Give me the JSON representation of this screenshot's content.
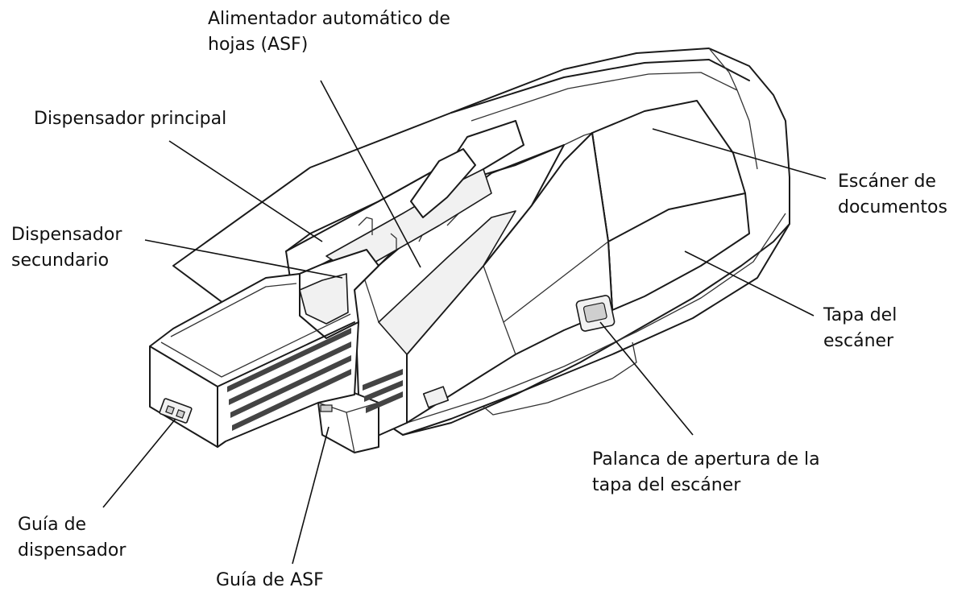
{
  "labels": {
    "asf": [
      "Alimentador automático de",
      "hojas (ASF)"
    ],
    "main_pocket": [
      "Dispensador principal"
    ],
    "sub_pocket": [
      "Dispensador",
      "secundario"
    ],
    "scanner": [
      "Escáner de",
      "documentos"
    ],
    "cover": [
      "Tapa del",
      "escáner"
    ],
    "lever": [
      "Palanca de apertura de la",
      "tapa del escáner"
    ],
    "pocket_guide": [
      "Guía de",
      "dispensador"
    ],
    "asf_guide": [
      "Guía de ASF"
    ]
  }
}
